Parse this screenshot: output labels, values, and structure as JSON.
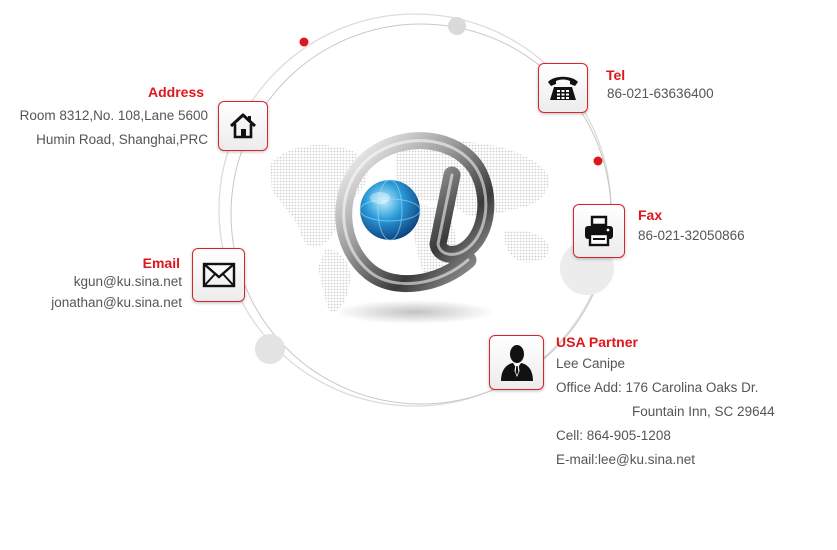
{
  "colors": {
    "accent": "#e0161d",
    "text": "#555555",
    "ring": "#d8d8d8"
  },
  "icons": {
    "address": "house-icon",
    "tel": "telephone-icon",
    "fax": "printer-icon",
    "email": "envelope-icon",
    "partner": "person-icon",
    "center": "at-symbol-globe-icon"
  },
  "address": {
    "title": "Address",
    "line1": "Room 8312,No. 108,Lane 5600",
    "line2": "Humin Road, Shanghai,PRC"
  },
  "tel": {
    "title": "Tel",
    "value": "86-021-63636400"
  },
  "fax": {
    "title": "Fax",
    "value": "86-021-32050866"
  },
  "email": {
    "title": "Email",
    "line1": "kgun@ku.sina.net",
    "line2": "jonathan@ku.sina.net"
  },
  "partner": {
    "title": "USA Partner",
    "name": "Lee Canipe",
    "office1": "Office Add: 176 Carolina Oaks Dr.",
    "office2": "Fountain Inn, SC 29644",
    "cell": "Cell: 864-905-1208",
    "email": "E-mail:lee@ku.sina.net"
  }
}
